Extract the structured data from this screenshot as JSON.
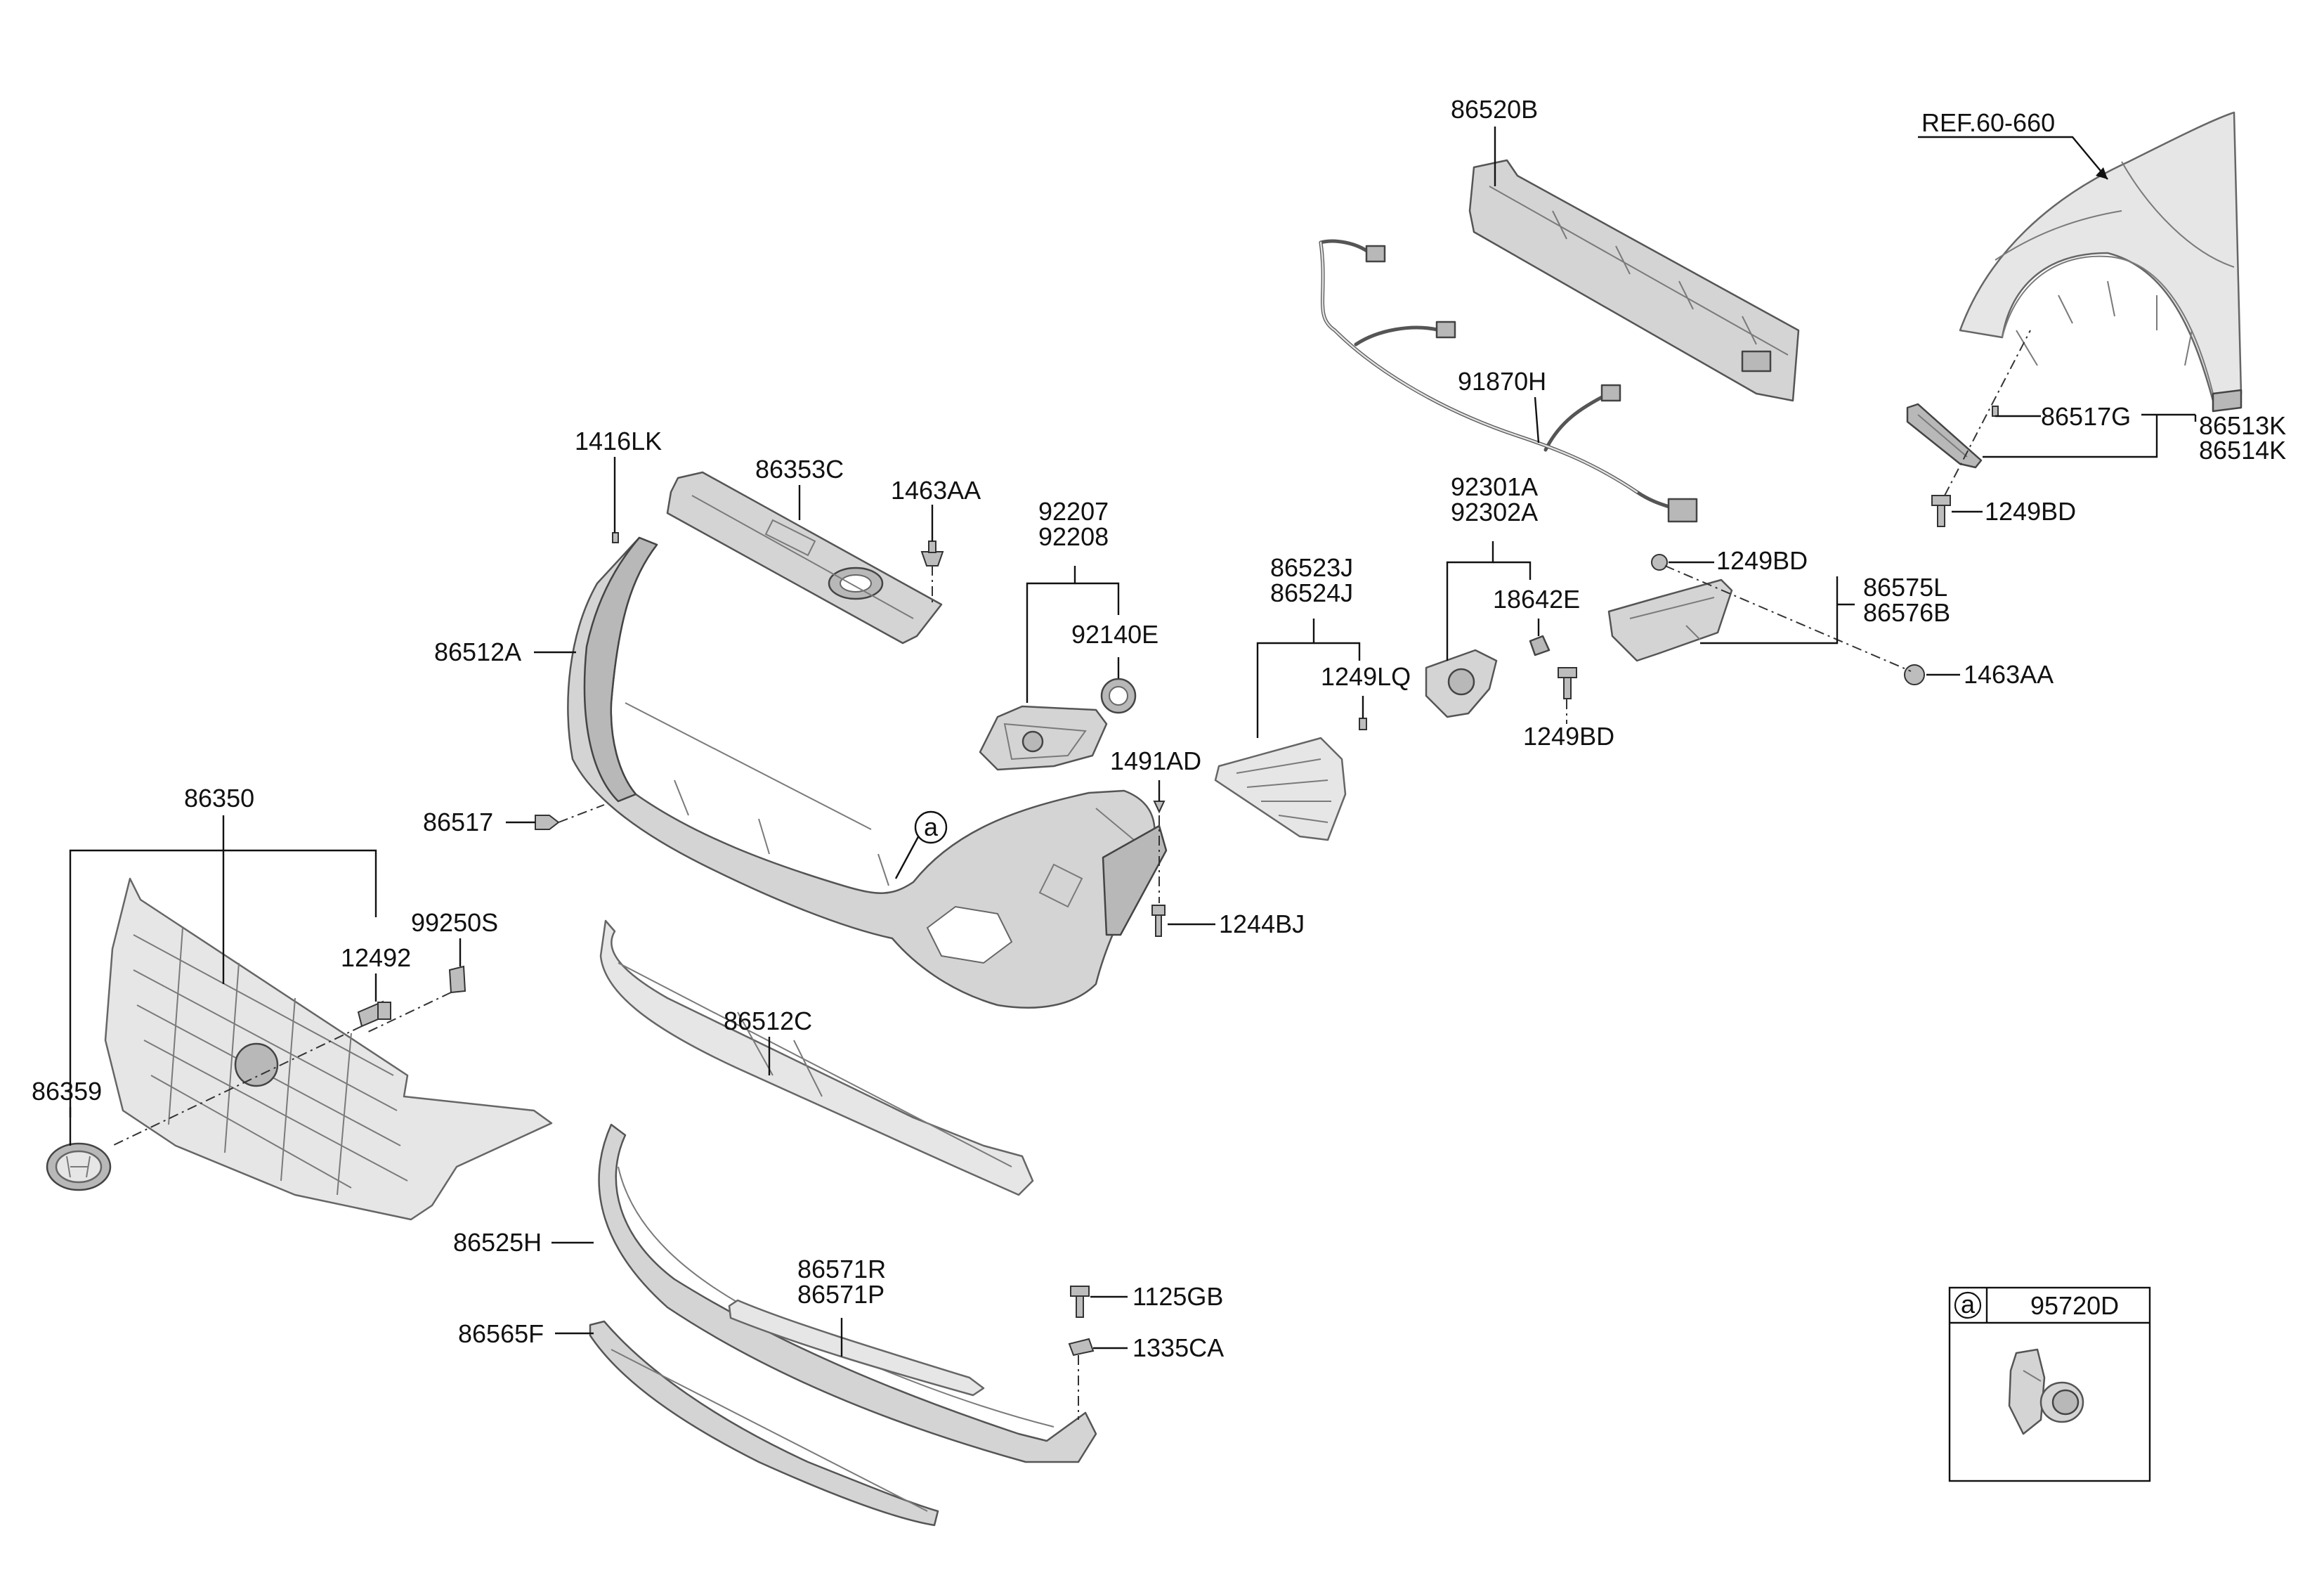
{
  "diagram": {
    "ref_label": "REF.60-660",
    "callout_marker": "a",
    "inset": {
      "marker": "a",
      "part_number": "95720D"
    },
    "labels": [
      {
        "id": "86520B",
        "text": "86520B"
      },
      {
        "id": "91870H",
        "text": "91870H"
      },
      {
        "id": "86517G",
        "text": "86517G"
      },
      {
        "id": "86513K",
        "text": "86513K"
      },
      {
        "id": "86514K",
        "text": "86514K"
      },
      {
        "id": "1249BD-a",
        "text": "1249BD"
      },
      {
        "id": "1416LK",
        "text": "1416LK"
      },
      {
        "id": "86353C",
        "text": "86353C"
      },
      {
        "id": "1463AA-a",
        "text": "1463AA"
      },
      {
        "id": "92207",
        "text": "92207"
      },
      {
        "id": "92208",
        "text": "92208"
      },
      {
        "id": "92301A",
        "text": "92301A"
      },
      {
        "id": "92302A",
        "text": "92302A"
      },
      {
        "id": "86523J",
        "text": "86523J"
      },
      {
        "id": "86524J",
        "text": "86524J"
      },
      {
        "id": "1249BD-b",
        "text": "1249BD"
      },
      {
        "id": "86575L",
        "text": "86575L"
      },
      {
        "id": "86576B",
        "text": "86576B"
      },
      {
        "id": "18642E",
        "text": "18642E"
      },
      {
        "id": "86512A",
        "text": "86512A"
      },
      {
        "id": "92140E",
        "text": "92140E"
      },
      {
        "id": "1463AA-b",
        "text": "1463AA"
      },
      {
        "id": "1249LQ",
        "text": "1249LQ"
      },
      {
        "id": "1249BD-c",
        "text": "1249BD"
      },
      {
        "id": "1491AD",
        "text": "1491AD"
      },
      {
        "id": "86350",
        "text": "86350"
      },
      {
        "id": "86517",
        "text": "86517"
      },
      {
        "id": "99250S",
        "text": "99250S"
      },
      {
        "id": "1244BJ",
        "text": "1244BJ"
      },
      {
        "id": "12492",
        "text": "12492"
      },
      {
        "id": "86512C",
        "text": "86512C"
      },
      {
        "id": "86359",
        "text": "86359"
      },
      {
        "id": "86525H",
        "text": "86525H"
      },
      {
        "id": "86571R",
        "text": "86571R"
      },
      {
        "id": "86571P",
        "text": "86571P"
      },
      {
        "id": "1125GB",
        "text": "1125GB"
      },
      {
        "id": "86565F",
        "text": "86565F"
      },
      {
        "id": "1335CA",
        "text": "1335CA"
      }
    ]
  }
}
